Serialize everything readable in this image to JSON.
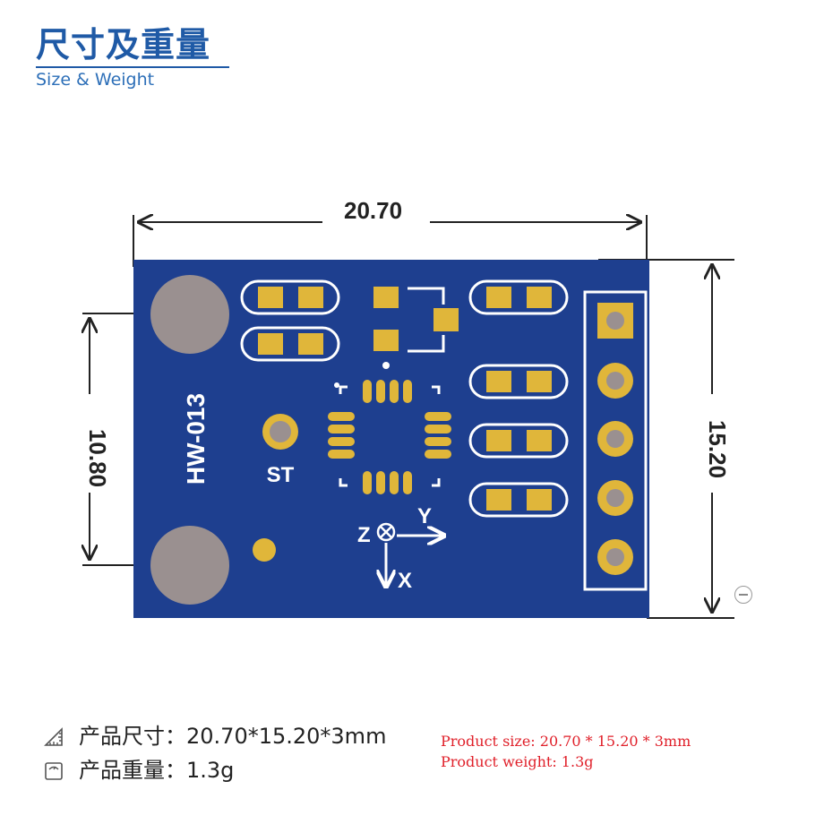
{
  "header": {
    "title": "尺寸及重量",
    "subtitle": "Size & Weight"
  },
  "dimensions": {
    "width": "20.70",
    "hole_spacing": "10.80",
    "height": "15.20"
  },
  "board": {
    "model_label": "HW-013",
    "st_label": "ST",
    "axis_z": "Z",
    "axis_y": "Y",
    "axis_x": "X",
    "colors": {
      "pcb": "#1e3f8f",
      "pad": "#e0b63a",
      "hole": "#9a9090"
    }
  },
  "specs": {
    "size_label": "产品尺寸：",
    "size_value": "20.70*15.20*3mm",
    "weight_label": "产品重量：",
    "weight_value": "1.3g",
    "size_en": "Product size: 20.70 * 15.20 * 3mm",
    "weight_en": "Product weight: 1.3g"
  },
  "icons": [
    "ruler-icon",
    "scale-icon",
    "minus-icon"
  ]
}
